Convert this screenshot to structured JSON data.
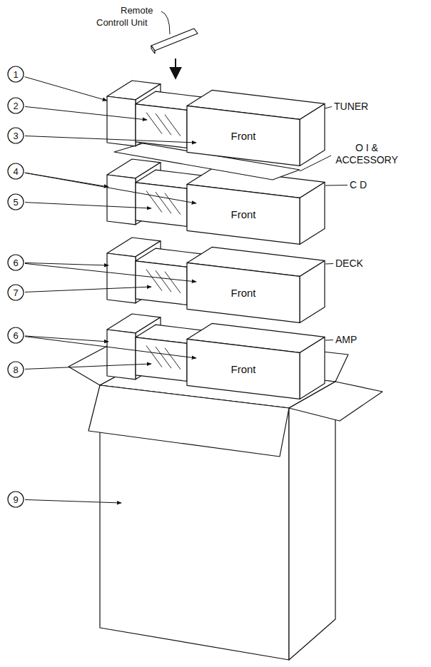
{
  "diagram": {
    "labels": [
      "Remote Controll Unit",
      "1",
      "TUNER",
      "2",
      "Front",
      "3",
      "O I & ACCESSORY",
      "4",
      "C D",
      "5",
      "Front",
      "6",
      "DECK",
      "Front",
      "7",
      "6",
      "AMP",
      "Front",
      "8",
      "9"
    ]
  }
}
